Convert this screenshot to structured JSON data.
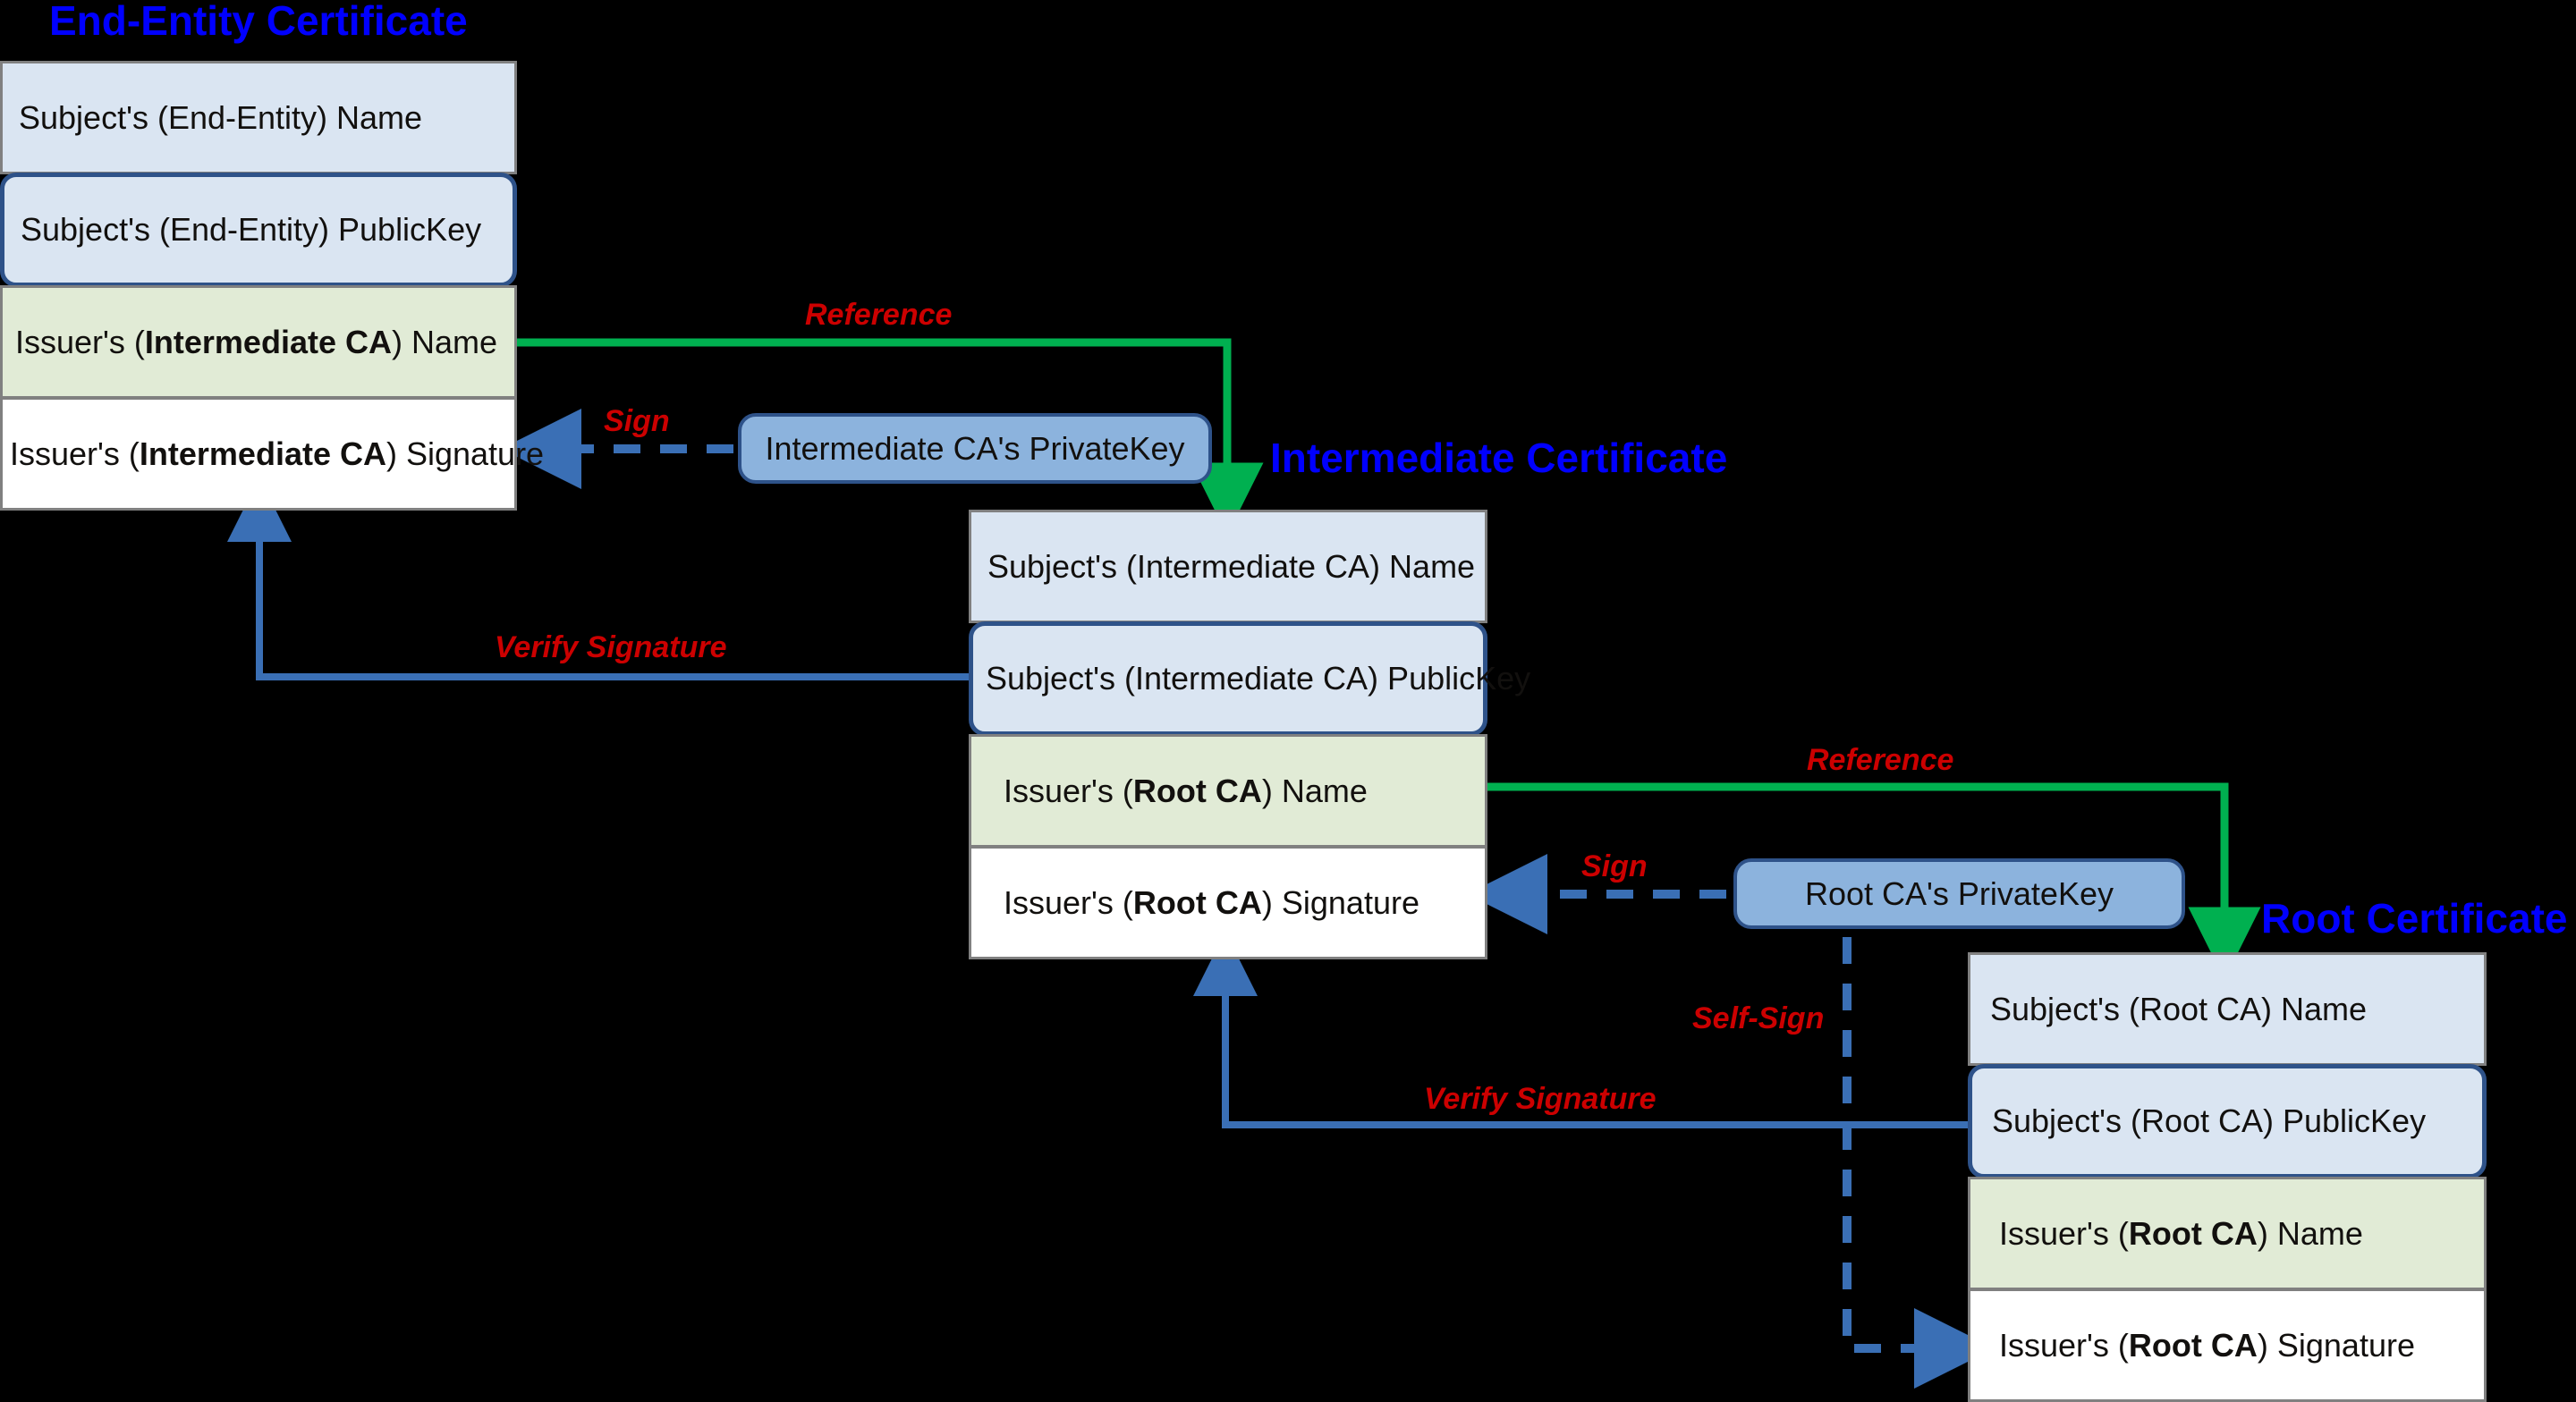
{
  "diagram": {
    "title_color": "#0000ff",
    "label_color": "#cc0000",
    "reference_color": "#00b050",
    "sign_color": "#3a6fb5",
    "verify_color": "#3a6fb5",
    "row_fill_subject": "#dae5f2",
    "row_fill_issuer_name": "#e1ebd6",
    "row_fill_issuer_sig": "#ffffff",
    "privatekey_fill": "#8cb3dd",
    "background": "#000000"
  },
  "certificates": [
    {
      "title": "End-Entity Certificate",
      "rows": [
        {
          "type": "subject-name",
          "text": "Subject's (End-Entity) Name"
        },
        {
          "type": "subject-pubkey",
          "text": "Subject's (End-Entity) PublicKey"
        },
        {
          "type": "issuer-name",
          "pre": "Issuer's (",
          "bold": "Intermediate CA",
          "post": ") Name"
        },
        {
          "type": "issuer-sig",
          "pre": "Issuer's (",
          "bold": "Intermediate CA",
          "post": ") Signature"
        }
      ]
    },
    {
      "title": "Intermediate Certificate",
      "rows": [
        {
          "type": "subject-name",
          "text": "Subject's (Intermediate CA) Name"
        },
        {
          "type": "subject-pubkey",
          "text": "Subject's (Intermediate CA) PublicKey"
        },
        {
          "type": "issuer-name",
          "pre": "Issuer's (",
          "bold": "Root CA",
          "post": ") Name"
        },
        {
          "type": "issuer-sig",
          "pre": "Issuer's (",
          "bold": "Root CA",
          "post": ") Signature"
        }
      ]
    },
    {
      "title": "Root Certificate",
      "rows": [
        {
          "type": "subject-name",
          "text": "Subject's (Root CA) Name"
        },
        {
          "type": "subject-pubkey",
          "text": "Subject's (Root CA) PublicKey"
        },
        {
          "type": "issuer-name",
          "pre": "Issuer's (",
          "bold": "Root CA",
          "post": ") Name"
        },
        {
          "type": "issuer-sig",
          "pre": "Issuer's (",
          "bold": "Root CA",
          "post": ") Signature"
        }
      ]
    }
  ],
  "private_keys": [
    {
      "label": "Intermediate CA's PrivateKey"
    },
    {
      "label": "Root CA's PrivateKey"
    }
  ],
  "edge_labels": {
    "reference_1": "Reference",
    "reference_2": "Reference",
    "sign_1": "Sign",
    "sign_2": "Sign",
    "verify_1": "Verify Signature",
    "verify_2": "Verify Signature",
    "self_sign": "Self-Sign"
  }
}
